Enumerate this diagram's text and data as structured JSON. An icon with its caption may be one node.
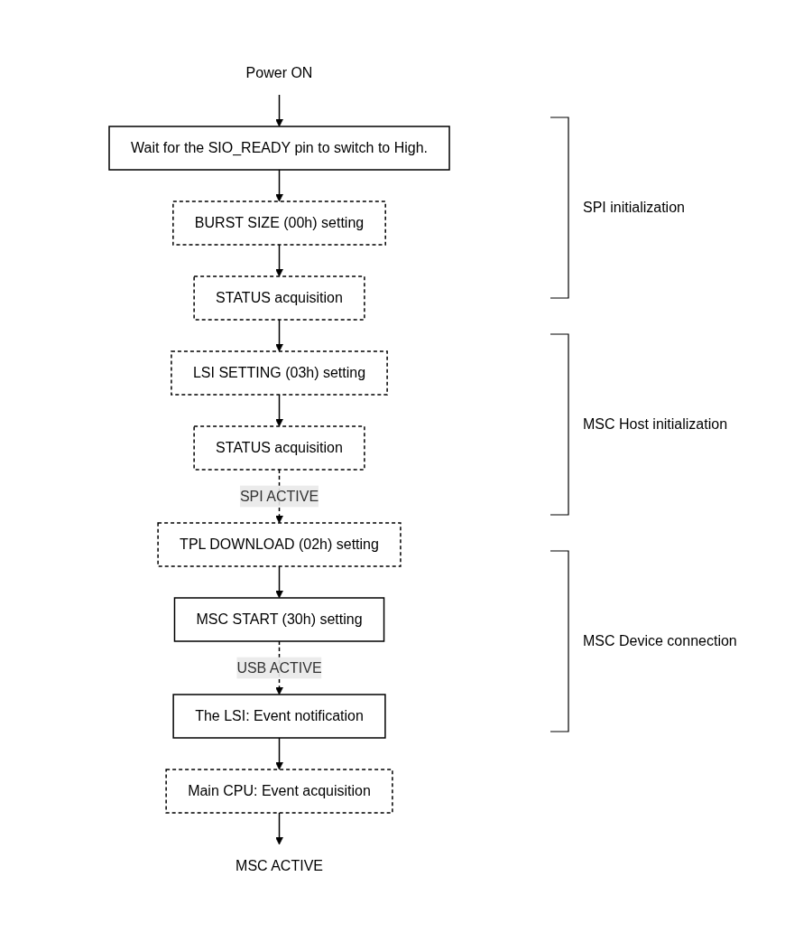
{
  "diagram": {
    "nodes": [
      {
        "text": [
          "Power ON"
        ]
      },
      {
        "text": [
          "Wait for the SIO_READY pin to switch to High."
        ]
      },
      {
        "text": [
          "BURST SIZE (00h) setting"
        ]
      },
      {
        "text": [
          "STATUS acquisition"
        ]
      },
      {
        "text": [
          "LSI SETTING (03h) setting"
        ]
      },
      {
        "text": [
          "STATUS acquisition"
        ]
      },
      {
        "text": [
          "TPL DOWNLOAD (02h) setting"
        ]
      },
      {
        "text": [
          "MSC START (30h) setting"
        ]
      },
      {
        "text": [
          "The LSI: Event notification"
        ]
      },
      {
        "text": [
          "Main CPU: Event acquisition"
        ]
      },
      {
        "text": [
          "MSC ACTIVE"
        ]
      }
    ],
    "edges": [
      {
        "from": 0,
        "to": 1,
        "arrow": "to"
      },
      {
        "from": 1,
        "to": 2,
        "arrow": "to"
      },
      {
        "from": 2,
        "to": 3,
        "arrow": "to"
      },
      {
        "from": 3,
        "to": 4,
        "arrow": "to"
      },
      {
        "from": 4,
        "to": 5,
        "arrow": "to"
      },
      {
        "from": 5,
        "to": 6,
        "arrow": "to",
        "label": "SPI ACTIVE",
        "style": "dashed"
      },
      {
        "from": 6,
        "to": 7,
        "arrow": "to"
      },
      {
        "from": 7,
        "to": 8,
        "arrow": "to",
        "label": "USB ACTIVE",
        "style": "dashed"
      },
      {
        "from": 8,
        "to": 9,
        "arrow": "to"
      },
      {
        "from": 9,
        "to": 10,
        "arrow": "to"
      }
    ],
    "labels": [
      "SPI initialization",
      "MSC Host initialization",
      "MSC Device connection"
    ]
  }
}
